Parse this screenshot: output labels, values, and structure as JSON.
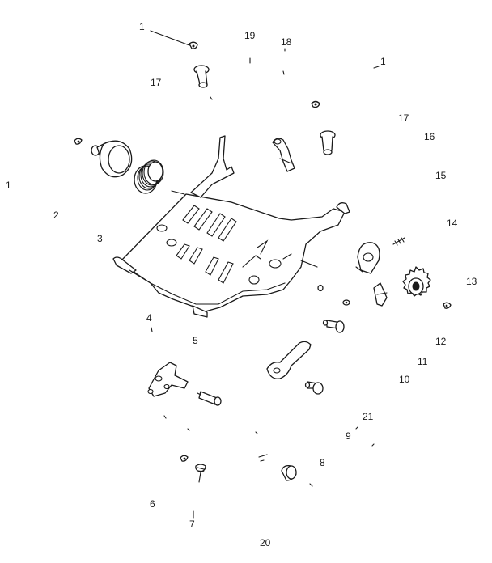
{
  "diagram": {
    "callouts": [
      {
        "id": "c1a",
        "text": "1"
      },
      {
        "id": "c19",
        "text": "19"
      },
      {
        "id": "c18",
        "text": "18"
      },
      {
        "id": "c1b",
        "text": "1"
      },
      {
        "id": "c17a",
        "text": "17"
      },
      {
        "id": "c17b",
        "text": "17"
      },
      {
        "id": "c16",
        "text": "16"
      },
      {
        "id": "c15",
        "text": "15"
      },
      {
        "id": "c1c",
        "text": "1"
      },
      {
        "id": "c2",
        "text": "2"
      },
      {
        "id": "c14",
        "text": "14"
      },
      {
        "id": "c3",
        "text": "3"
      },
      {
        "id": "c13",
        "text": "13"
      },
      {
        "id": "c4",
        "text": "4"
      },
      {
        "id": "c5",
        "text": "5"
      },
      {
        "id": "c12",
        "text": "12"
      },
      {
        "id": "c11",
        "text": "11"
      },
      {
        "id": "c10",
        "text": "10"
      },
      {
        "id": "c21",
        "text": "21"
      },
      {
        "id": "c9",
        "text": "9"
      },
      {
        "id": "c8",
        "text": "8"
      },
      {
        "id": "c6",
        "text": "6"
      },
      {
        "id": "c7",
        "text": "7"
      },
      {
        "id": "c20",
        "text": "20"
      }
    ]
  }
}
